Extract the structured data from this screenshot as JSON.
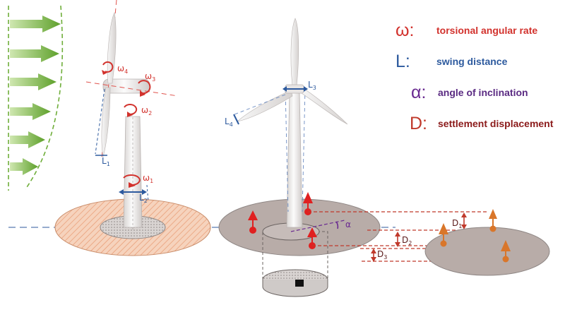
{
  "legend": [
    {
      "symbol": "ω:",
      "text": "torsional angular rate",
      "symbol_color": "#d2322d",
      "text_color": "#d2322d"
    },
    {
      "symbol": "L:",
      "text": "swing distance",
      "symbol_color": "#2d5a9e",
      "text_color": "#2d5a9e"
    },
    {
      "symbol": "α:",
      "text": "angle of inclination",
      "symbol_color": "#6a2b91",
      "text_color": "#5a2a82"
    },
    {
      "symbol": "D:",
      "text": "settlement displacement",
      "symbol_color": "#c0392b",
      "text_color": "#8b1a1a"
    }
  ],
  "labels": {
    "omega1": "ω",
    "omega1_sub": "1",
    "omega2": "ω",
    "omega2_sub": "2",
    "omega3": "ω",
    "omega3_sub": "3",
    "omega4": "ω",
    "omega4_sub": "4",
    "L1": "L",
    "L1_sub": "1",
    "L2": "L",
    "L2_sub": "2",
    "L3": "L",
    "L3_sub": "3",
    "L4": "L",
    "L4_sub": "4",
    "alpha": "α",
    "D1": "D",
    "D1_sub": "1",
    "D2": "D",
    "D2_sub": "2",
    "D3": "D",
    "D3_sub": "3"
  },
  "colors": {
    "omega": "#d2322d",
    "swing": "#2d5a9e",
    "alpha": "#6a2b91",
    "settle": "#c0392b",
    "wind": "#6fae3a",
    "orange_ground": "#f4c6a8",
    "grey_ground": "#b8aca8",
    "marker_red": "#e02020",
    "marker_orange": "#d9762a"
  }
}
